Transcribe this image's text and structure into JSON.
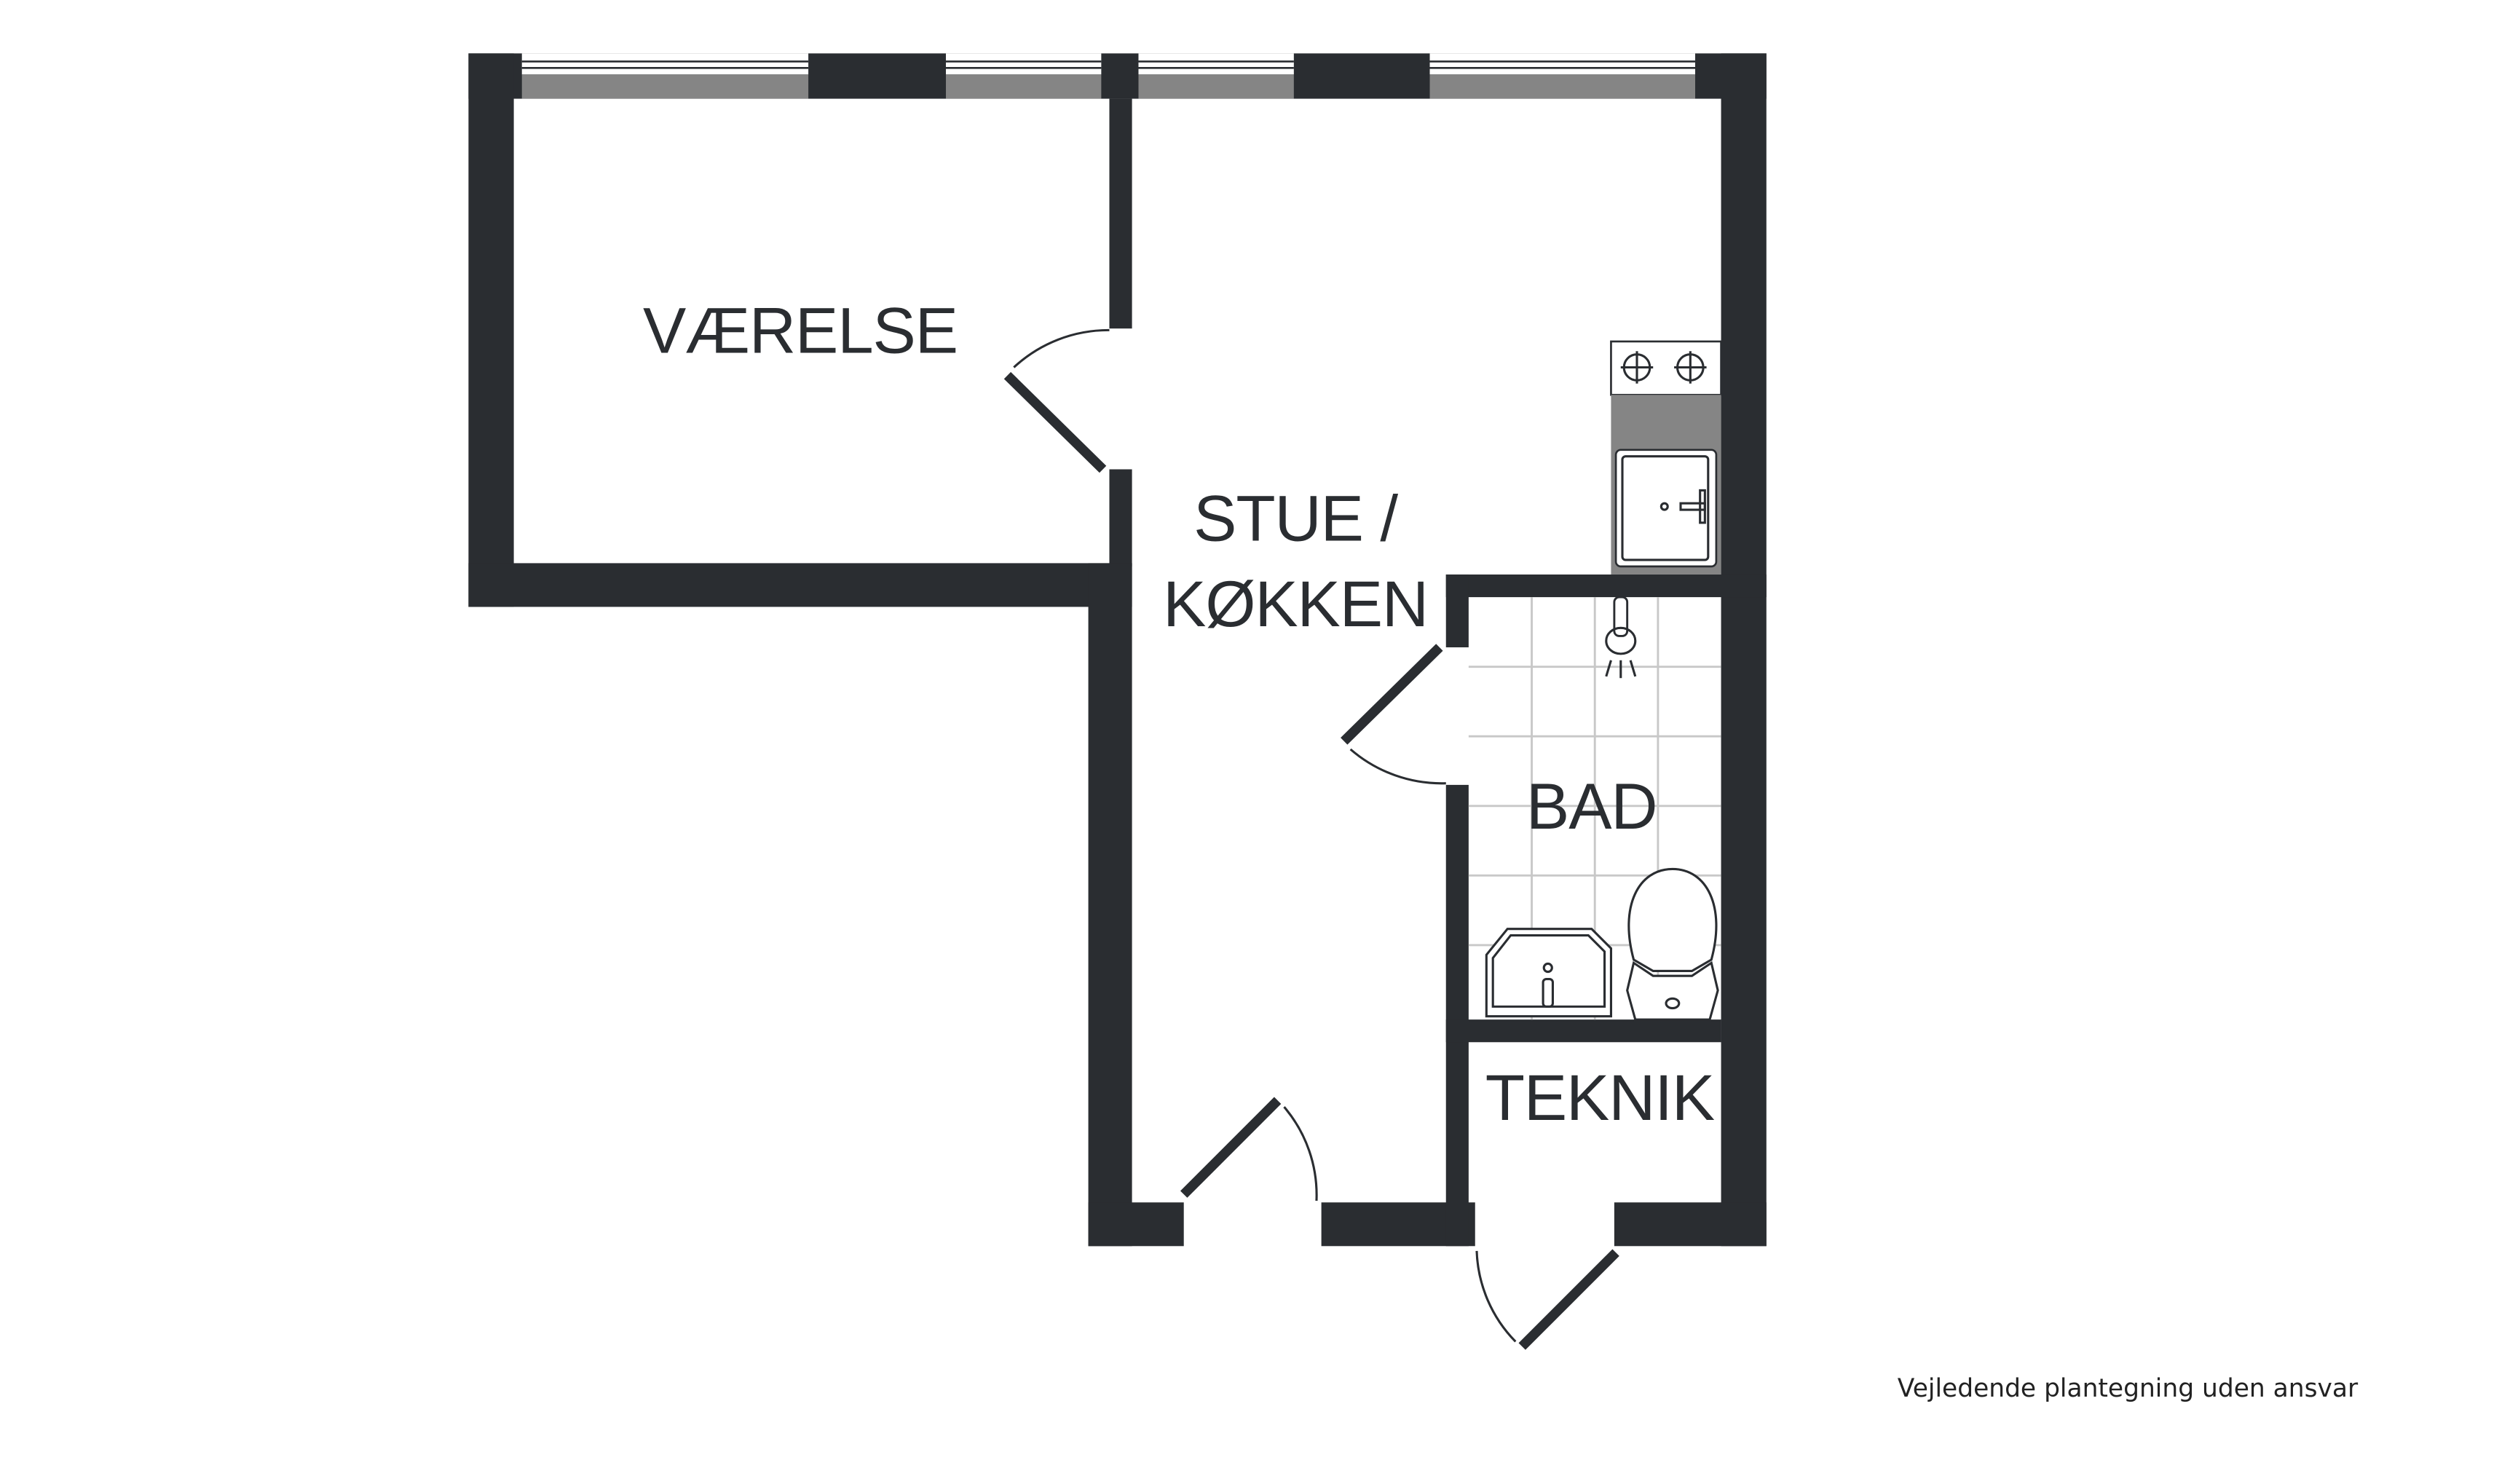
{
  "rooms": {
    "vaerelse": "VÆRELSE",
    "stue_line1": "STUE /",
    "stue_line2": "KØKKEN",
    "bad": "BAD",
    "teknik": "TEKNIK"
  },
  "footer": {
    "disclaimer": "Vejledende plantegning uden ansvar"
  },
  "colors": {
    "wall": "#2a2d31",
    "window_frame": "#858585",
    "tile_grid": "#c8c8c8"
  }
}
